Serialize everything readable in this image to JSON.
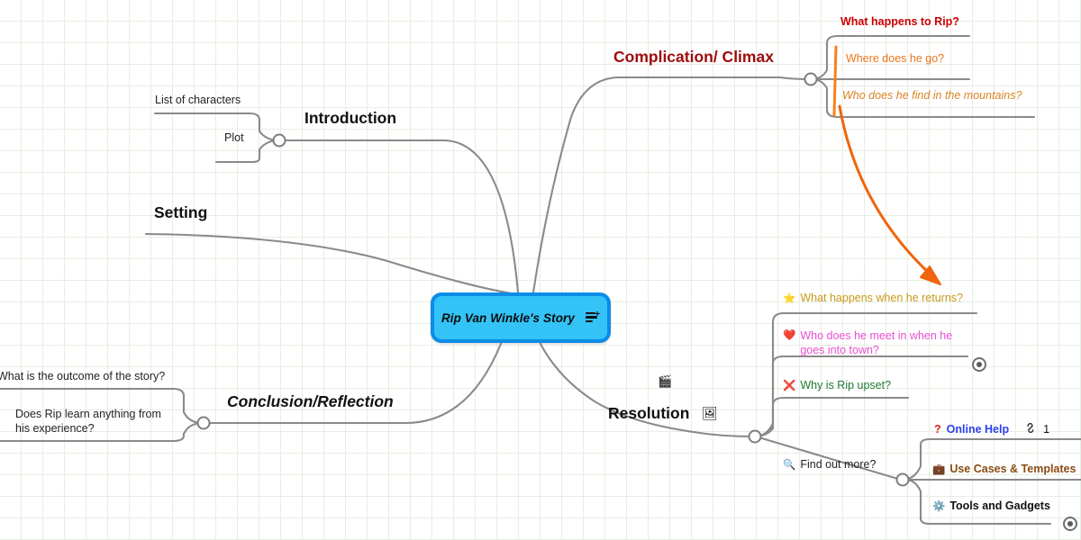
{
  "document": {
    "type": "mind-map",
    "background": "grid",
    "grid_color": "#e8eee2"
  },
  "central_node": {
    "label": "Rip Van Winkle's Story",
    "icon": "notes-add-icon",
    "fill": "#33c3f7",
    "border": "#0c8ce9"
  },
  "branches": [
    {
      "id": "introduction",
      "label": "Introduction",
      "color": "#111111",
      "children": [
        {
          "label": "List of characters",
          "color": "#222222"
        },
        {
          "label": "Plot",
          "color": "#222222"
        }
      ]
    },
    {
      "id": "setting",
      "label": "Setting",
      "color": "#111111",
      "children": []
    },
    {
      "id": "complication",
      "label": "Complication/ Climax",
      "color": "#9e0b0b",
      "children": [
        {
          "label": "What happens to Rip?",
          "color": "#cc0000",
          "style": "bold"
        },
        {
          "label": "Where does he go?",
          "color": "#e8761b",
          "style": "normal"
        },
        {
          "label": "Who does he find in the mountains?",
          "color": "#d98324",
          "style": "italic"
        }
      ]
    },
    {
      "id": "resolution",
      "label": "Resolution",
      "color": "#111111",
      "icons": [
        "clapperboard-icon",
        "image-icon"
      ],
      "children": [
        {
          "label": "What happens when he returns?",
          "color": "#c99a18",
          "emoji": "star-icon"
        },
        {
          "label": "Who does he meet in when he goes into town?",
          "color": "#e84fd0",
          "emoji": "heart-icon"
        },
        {
          "label": "Why is Rip upset?",
          "color": "#1f7a32",
          "emoji": "cross-mark-icon"
        },
        {
          "label": "Find out more?",
          "color": "#222222",
          "emoji": "magnifier-icon"
        }
      ]
    },
    {
      "id": "conclusion",
      "label": "Conclusion/Reflection",
      "color": "#111111",
      "children": [
        {
          "label": "What is the outcome of the story?",
          "color": "#222222"
        },
        {
          "label": "Does Rip learn anything from his experience?",
          "color": "#222222"
        }
      ]
    }
  ],
  "help_cluster": {
    "online_help": {
      "question_mark": "?",
      "label": "Online Help",
      "color": "#2b3ff0",
      "link_icon": "link-icon",
      "link_count": "1"
    },
    "items": [
      {
        "label": "Use Cases & Templates",
        "color": "#8a4b13",
        "emoji": "briefcase-icon"
      },
      {
        "label": "Tools and Gadgets",
        "color": "#111111",
        "emoji": "gear-icon"
      }
    ]
  },
  "annotations": {
    "relationship_arrow": {
      "from": "complication-branch",
      "to": "what-happens-when-he-returns",
      "color": "#f0650d"
    },
    "boundary_line": {
      "color": "#f5811f"
    }
  },
  "collapsed_markers": [
    {
      "at": "who-does-he-meet"
    },
    {
      "at": "tools-and-gadgets"
    }
  ]
}
